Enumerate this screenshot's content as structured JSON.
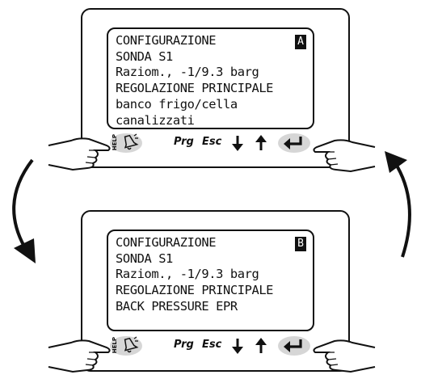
{
  "screens": [
    {
      "tag": "A",
      "lines": [
        "CONFIGURAZIONE",
        "SONDA S1",
        "Raziom., -1/9.3 barg",
        "REGOLAZIONE PRINCIPALE",
        "banco frigo/cella",
        "canalizzati"
      ]
    },
    {
      "tag": "B",
      "lines": [
        "CONFIGURAZIONE",
        "SONDA S1",
        "Raziom., -1/9.3 barg",
        "REGOLAZIONE PRINCIPALE",
        "BACK PRESSURE EPR"
      ]
    }
  ],
  "keypad": {
    "help_label": "HELP",
    "prg_label": "Prg",
    "esc_label": "Esc"
  },
  "icons": {
    "help": "bell-icon",
    "down": "down-arrow-icon",
    "up": "up-arrow-icon",
    "enter": "enter-icon",
    "hand": "pointing-hand-icon",
    "cycle": "curved-arrow-icon"
  }
}
